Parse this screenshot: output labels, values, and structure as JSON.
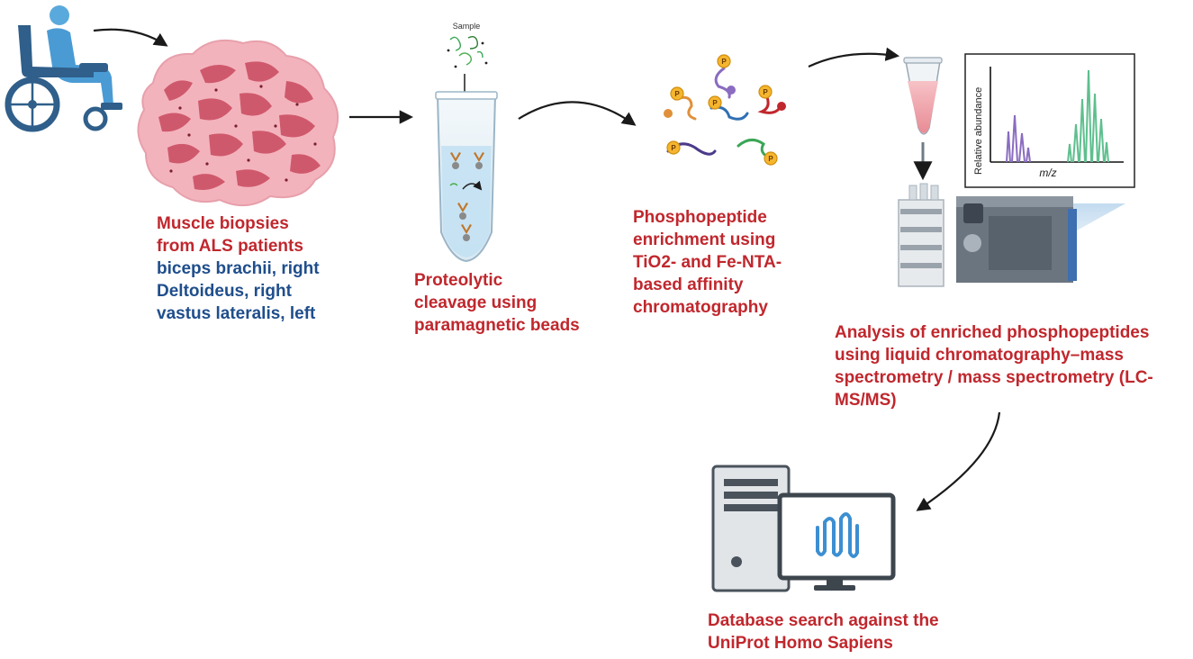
{
  "steps": {
    "biopsy": {
      "title_lines": [
        "Muscle biopsies",
        "from ALS patients"
      ],
      "muscles": [
        "biceps brachii, right",
        "Deltoideus, right",
        "vastus lateralis, left"
      ]
    },
    "cleavage": {
      "title_lines": [
        "Proteolytic",
        "cleavage using",
        "paramagnetic beads"
      ],
      "sample_label": "Sample"
    },
    "enrichment": {
      "title_lines": [
        "Phosphopeptide",
        "enrichment using",
        "TiO2- and Fe-NTA-",
        "based affinity",
        "chromatography"
      ],
      "phospho_label": "P"
    },
    "analysis": {
      "title": "Analysis of enriched phosphopeptides using  liquid chromatography–mass spectrometry / mass spectrometry (LC-MS/MS)",
      "spectrum_ylabel": "Relative abundance",
      "spectrum_xlabel": "m/z"
    },
    "database": {
      "title_lines": [
        "Database search against the",
        "UniProt Homo Sapiens"
      ]
    }
  },
  "colors": {
    "title_red": "#c0272d",
    "muscle_blue": "#1f4e8c",
    "tissue_pink": "#e8798a",
    "wheelchair_blue": "#2f5f8a",
    "peak_purple": "#8a6cc0",
    "peak_green": "#5fbf8e",
    "phospho_yellow": "#f5b52e"
  },
  "icons": [
    "wheelchair-patient-icon",
    "muscle-tissue-icon",
    "sample-tube-icon",
    "phosphopeptide-cluster-icon",
    "lc-ms-instrument-icon",
    "computer-workstation-icon"
  ]
}
